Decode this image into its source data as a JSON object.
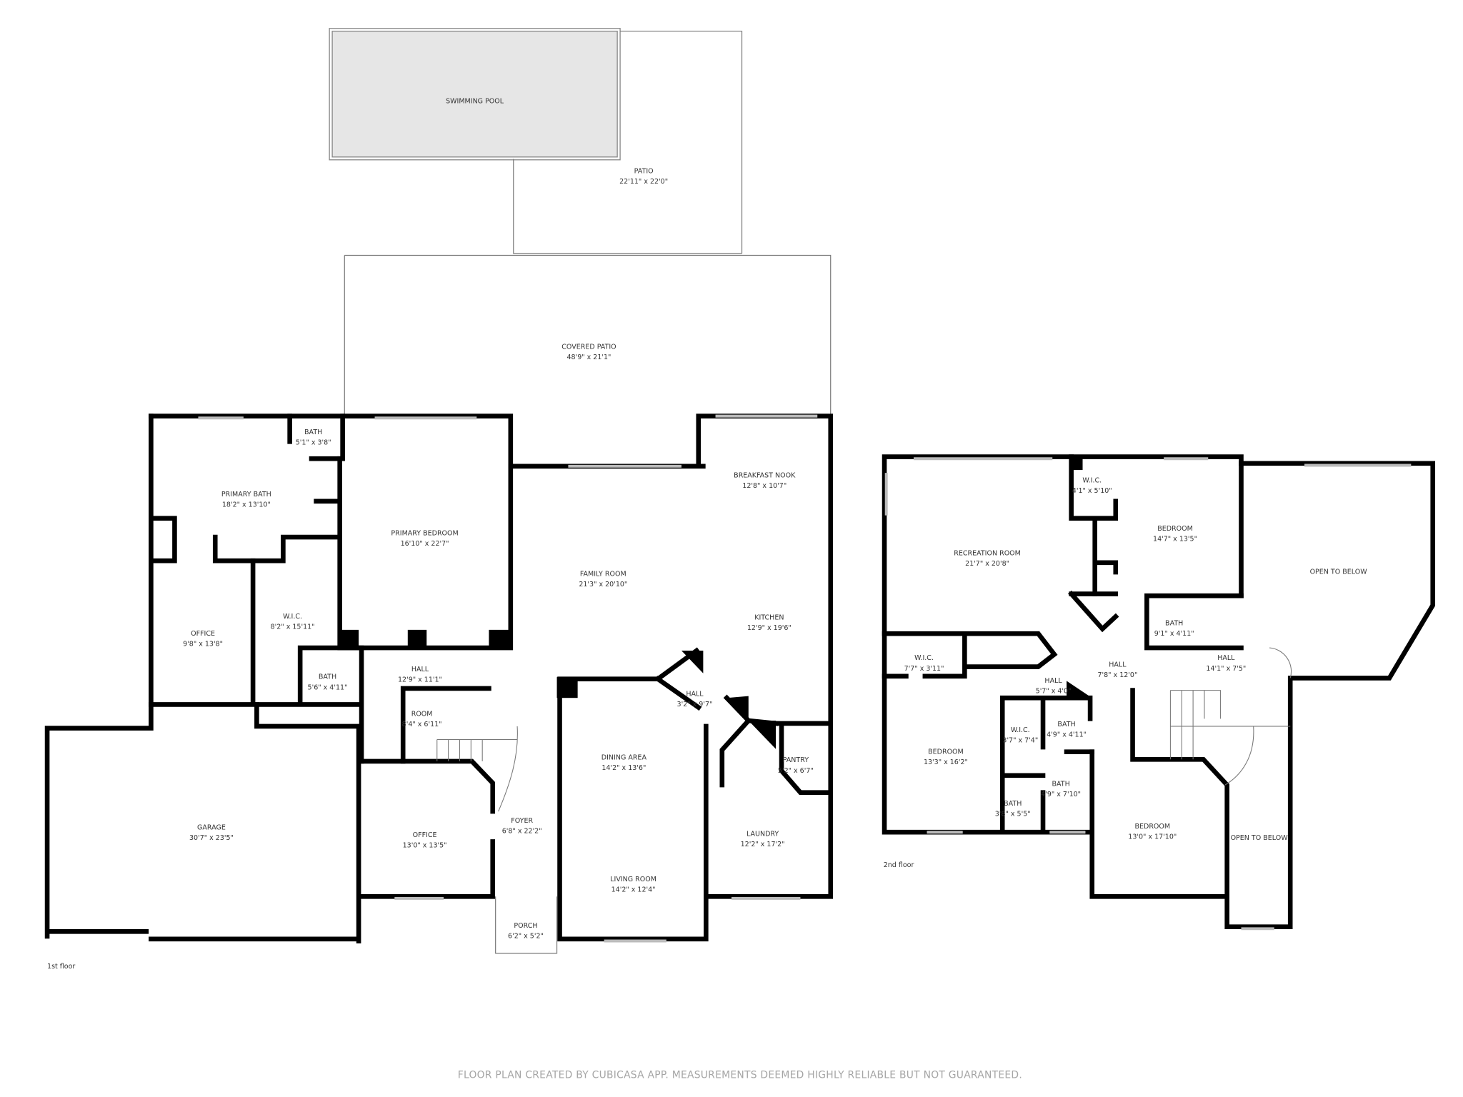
{
  "floors": [
    {
      "label": "1st floor",
      "rooms": [
        {
          "name": "SWIMMING POOL",
          "dims": ""
        },
        {
          "name": "PATIO",
          "dims": "22'11\" x 22'0\""
        },
        {
          "name": "COVERED PATIO",
          "dims": "48'9\" x 21'1\""
        },
        {
          "name": "BATH",
          "dims": "5'1\" x 3'8\""
        },
        {
          "name": "PRIMARY BATH",
          "dims": "18'2\" x 13'10\""
        },
        {
          "name": "PRIMARY BEDROOM",
          "dims": "16'10\" x 22'7\""
        },
        {
          "name": "OFFICE",
          "dims": "9'8\" x 13'8\""
        },
        {
          "name": "W.I.C.",
          "dims": "8'2\" x 15'11\""
        },
        {
          "name": "HALL",
          "dims": "12'9\" x 11'1\""
        },
        {
          "name": "BATH",
          "dims": "5'6\" x 4'11\""
        },
        {
          "name": "ROOM",
          "dims": "8'4\" x 6'11\""
        },
        {
          "name": "GARAGE",
          "dims": "30'7\" x 23'5\""
        },
        {
          "name": "OFFICE",
          "dims": "13'0\" x 13'5\""
        },
        {
          "name": "FOYER",
          "dims": "6'8\" x 22'2\""
        },
        {
          "name": "DINING AREA",
          "dims": "14'2\" x 13'6\""
        },
        {
          "name": "LIVING ROOM",
          "dims": "14'2\" x 12'4\""
        },
        {
          "name": "PORCH",
          "dims": "6'2\" x 5'2\""
        },
        {
          "name": "HALL",
          "dims": "3'2\" x 9'7\""
        },
        {
          "name": "PANTRY",
          "dims": "5'2\" x 6'7\""
        },
        {
          "name": "LAUNDRY",
          "dims": "12'2\" x 17'2\""
        },
        {
          "name": "KITCHEN",
          "dims": "12'9\" x 19'6\""
        },
        {
          "name": "FAMILY ROOM",
          "dims": "21'3\" x 20'10\""
        },
        {
          "name": "BREAKFAST NOOK",
          "dims": "12'8\" x 10'7\""
        }
      ]
    },
    {
      "label": "2nd floor",
      "rooms": [
        {
          "name": "RECREATION ROOM",
          "dims": "21'7\" x 20'8\""
        },
        {
          "name": "W.I.C.",
          "dims": "4'1\" x 5'10\""
        },
        {
          "name": "BEDROOM",
          "dims": "14'7\" x 13'5\""
        },
        {
          "name": "OPEN TO BELOW",
          "dims": ""
        },
        {
          "name": "BATH",
          "dims": "9'1\" x 4'11\""
        },
        {
          "name": "HALL",
          "dims": "14'1\" x 7'5\""
        },
        {
          "name": "HALL",
          "dims": "7'8\" x 12'0\""
        },
        {
          "name": "HALL",
          "dims": "5'7\" x 4'0\""
        },
        {
          "name": "W.I.C.",
          "dims": "7'7\" x 3'11\""
        },
        {
          "name": "BEDROOM",
          "dims": "13'3\" x 16'2\""
        },
        {
          "name": "W.I.C.",
          "dims": "3'7\" x 7'4\""
        },
        {
          "name": "BATH",
          "dims": "4'9\" x 4'11\""
        },
        {
          "name": "BATH",
          "dims": "4'9\" x 7'10\""
        },
        {
          "name": "BATH",
          "dims": "3'8\" x 5'5\""
        },
        {
          "name": "BEDROOM",
          "dims": "13'0\" x 17'10\""
        },
        {
          "name": "OPEN TO BELOW",
          "dims": ""
        }
      ]
    }
  ],
  "footer": "FLOOR PLAN CREATED BY CUBICASA APP. MEASUREMENTS DEEMED HIGHLY RELIABLE BUT NOT GUARANTEED.",
  "colors": {
    "wall": "#000000",
    "pool": "#e6e6e6",
    "footer_text": "#a5a5a5"
  }
}
